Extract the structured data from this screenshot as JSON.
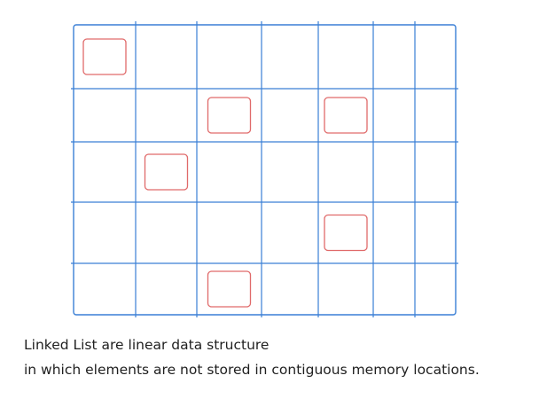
{
  "caption": {
    "line1": "Linked List are linear data structure",
    "line2": "in which elements are not stored in contiguous memory locations."
  },
  "grid": {
    "rows": 5,
    "columns": 7,
    "line_color": "#3a7fd5",
    "cell_color": "#e06a6a"
  },
  "memory_cells": [
    {
      "row": 0,
      "col": 0
    },
    {
      "row": 1,
      "col": 2
    },
    {
      "row": 1,
      "col": 4
    },
    {
      "row": 2,
      "col": 1
    },
    {
      "row": 3,
      "col": 4
    },
    {
      "row": 4,
      "col": 2
    }
  ]
}
